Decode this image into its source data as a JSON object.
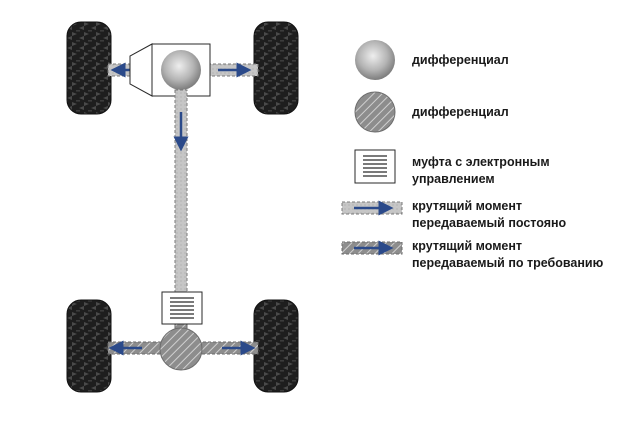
{
  "legend": {
    "items": [
      {
        "key": "open-differential",
        "lines": [
          "дифференциал"
        ]
      },
      {
        "key": "locking-differential",
        "lines": [
          "дифференциал"
        ]
      },
      {
        "key": "electronic-coupling",
        "lines": [
          "муфта с электронным",
          "управлением"
        ]
      },
      {
        "key": "permanent-torque",
        "lines": [
          "крутящий момент",
          "передаваемый постояно"
        ]
      },
      {
        "key": "on-demand-torque",
        "lines": [
          "крутящий момент",
          "передаваемый по требованию"
        ]
      }
    ]
  },
  "colors": {
    "tire": "#1c1c1c",
    "tread": "#3a3a3a",
    "shaft": "#c8c8c8",
    "shaft_border": "#7a7a7a",
    "arrow": "#2b4a8a",
    "diff_gradient_center": "#e6e6e6",
    "diff_gradient_edge": "#8a8a8a",
    "text": "#1a1a1a"
  }
}
